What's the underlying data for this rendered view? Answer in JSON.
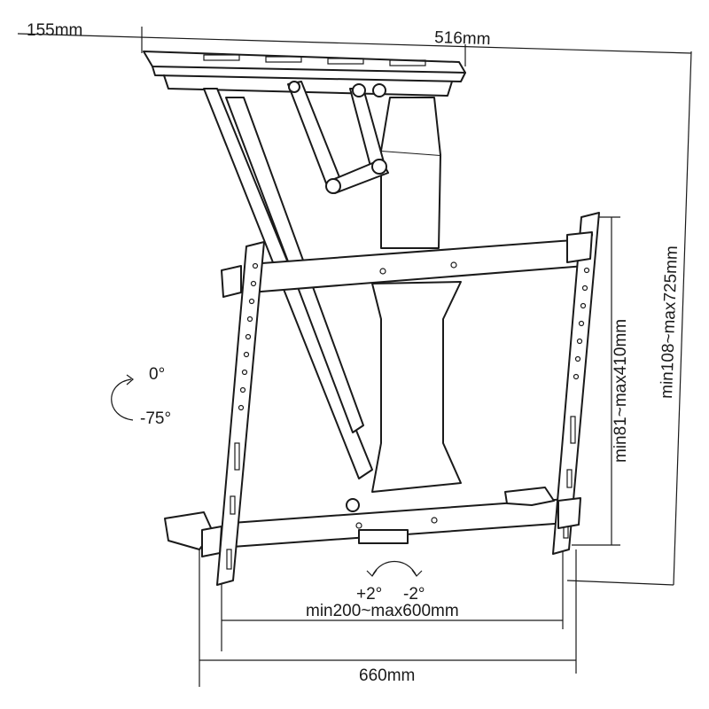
{
  "dimensions": {
    "plate_depth": "155mm",
    "plate_width": "516mm",
    "total_height": "min108~max725mm",
    "vertical_vesa": "min81~max410mm",
    "horizontal_vesa": "min200~max600mm",
    "overall_width": "660mm"
  },
  "tilt": {
    "start": "0°",
    "end": "-75°"
  },
  "swivel": {
    "plus": "+2°",
    "minus": "-2°"
  }
}
